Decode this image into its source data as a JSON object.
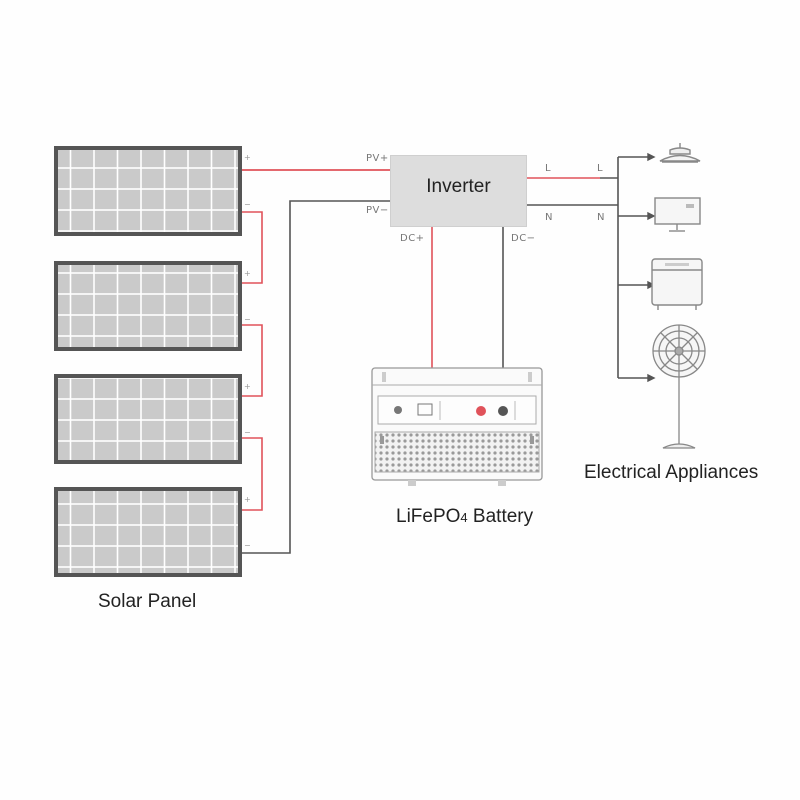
{
  "labels": {
    "solar_panel": "Solar Panel",
    "inverter": "Inverter",
    "battery_main": "LiFePO",
    "battery_sub": "4",
    "battery_tail": " Battery",
    "appliances": "Electrical Appliances"
  },
  "terminals": {
    "pv_plus": "PV+",
    "pv_minus": "PV−",
    "dc_plus": "DC+",
    "dc_minus": "DC−",
    "l_out": "L",
    "n_out": "N",
    "l_in": "L",
    "n_in": "N"
  },
  "polarity": {
    "plus": "+",
    "minus": "−"
  },
  "colors": {
    "positive_wire": "#e0525a",
    "negative_wire": "#555555",
    "panel_frame": "#555555",
    "panel_cell": "#c9c9c9"
  },
  "icons": [
    "ceiling-lamp-icon",
    "monitor-icon",
    "freezer-icon",
    "standing-fan-icon",
    "battery-icon"
  ]
}
